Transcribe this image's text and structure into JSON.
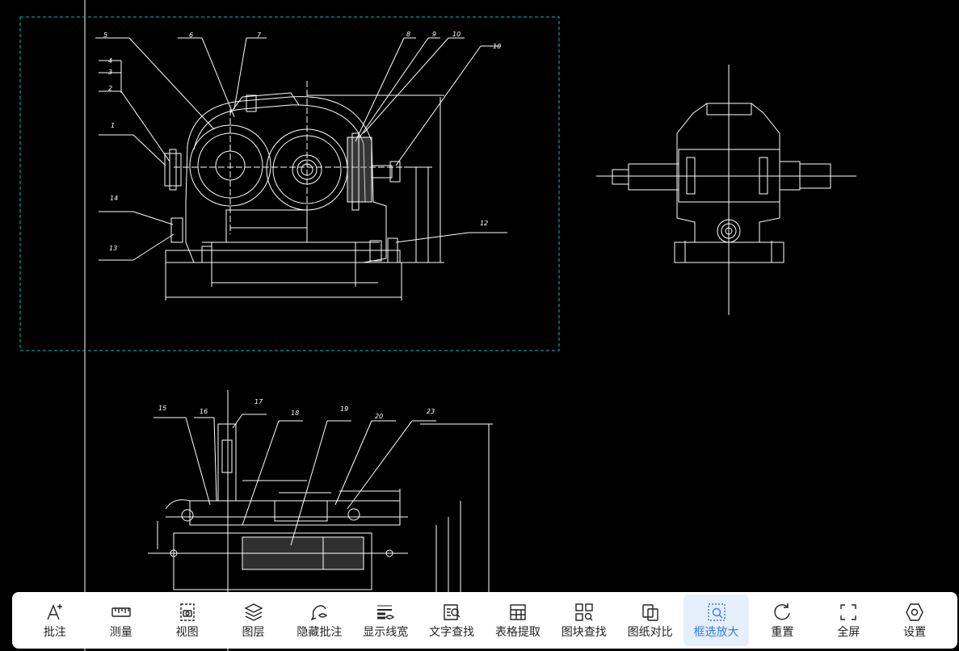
{
  "toolbar": {
    "active": "框选放大",
    "accent_color": "#3478f6",
    "items": [
      {
        "label": "批注",
        "icon": "annotate-icon"
      },
      {
        "label": "测量",
        "icon": "ruler-icon"
      },
      {
        "label": "视图",
        "icon": "view-icon"
      },
      {
        "label": "图层",
        "icon": "layers-icon"
      },
      {
        "label": "隐藏批注",
        "icon": "hide-annotation-icon"
      },
      {
        "label": "显示线宽",
        "icon": "line-width-icon"
      },
      {
        "label": "文字查找",
        "icon": "text-search-icon"
      },
      {
        "label": "表格提取",
        "icon": "table-extract-icon"
      },
      {
        "label": "图块查找",
        "icon": "block-search-icon"
      },
      {
        "label": "图纸对比",
        "icon": "compare-icon"
      },
      {
        "label": "框选放大",
        "icon": "box-zoom-icon"
      },
      {
        "label": "重置",
        "icon": "reset-icon"
      },
      {
        "label": "全屏",
        "icon": "fullscreen-icon"
      },
      {
        "label": "设置",
        "icon": "settings-icon"
      }
    ]
  },
  "drawing": {
    "background": "#000000",
    "line_color": "#ffffff",
    "selection_color": "#00c0c0",
    "front_view_callouts": [
      "5",
      "6",
      "7",
      "8",
      "9",
      "10",
      "10",
      "4",
      "3",
      "2",
      "1",
      "14",
      "13",
      "12"
    ],
    "top_view_callouts": [
      "15",
      "16",
      "17",
      "18",
      "19",
      "20",
      "23"
    ]
  }
}
